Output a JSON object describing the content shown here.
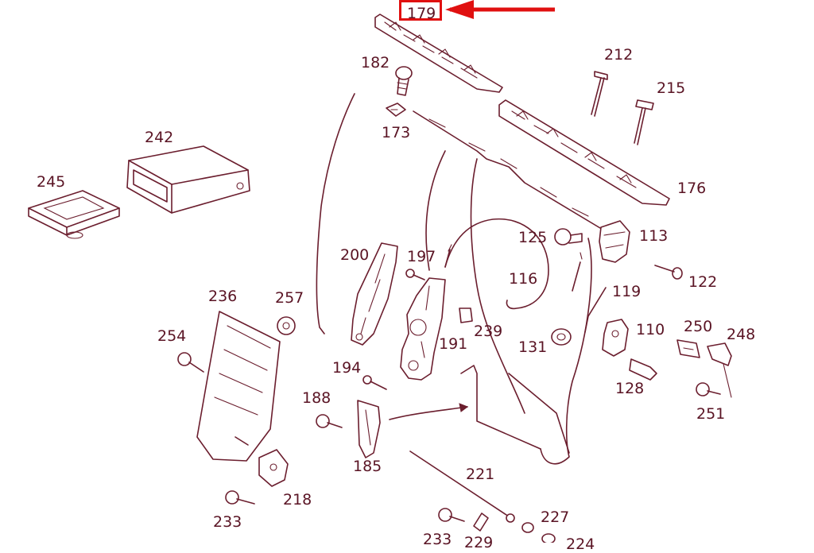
{
  "diagram": {
    "highlight": {
      "label": "179",
      "color": "#e01010"
    },
    "callouts": [
      {
        "id": "c182",
        "label": "182"
      },
      {
        "id": "c173",
        "label": "173"
      },
      {
        "id": "c212",
        "label": "212"
      },
      {
        "id": "c215",
        "label": "215"
      },
      {
        "id": "c176",
        "label": "176"
      },
      {
        "id": "c242",
        "label": "242"
      },
      {
        "id": "c245",
        "label": "245"
      },
      {
        "id": "c200",
        "label": "200"
      },
      {
        "id": "c197",
        "label": "197"
      },
      {
        "id": "c125",
        "label": "125"
      },
      {
        "id": "c113",
        "label": "113"
      },
      {
        "id": "c116",
        "label": "116"
      },
      {
        "id": "c122",
        "label": "122"
      },
      {
        "id": "c119",
        "label": "119"
      },
      {
        "id": "c236",
        "label": "236"
      },
      {
        "id": "c257",
        "label": "257"
      },
      {
        "id": "c254",
        "label": "254"
      },
      {
        "id": "c239",
        "label": "239"
      },
      {
        "id": "c191",
        "label": "191"
      },
      {
        "id": "c131",
        "label": "131"
      },
      {
        "id": "c110",
        "label": "110"
      },
      {
        "id": "c250",
        "label": "250"
      },
      {
        "id": "c248",
        "label": "248"
      },
      {
        "id": "c194",
        "label": "194"
      },
      {
        "id": "c128",
        "label": "128"
      },
      {
        "id": "c188",
        "label": "188"
      },
      {
        "id": "c251",
        "label": "251"
      },
      {
        "id": "c185",
        "label": "185"
      },
      {
        "id": "c221",
        "label": "221"
      },
      {
        "id": "c218",
        "label": "218"
      },
      {
        "id": "c233a",
        "label": "233"
      },
      {
        "id": "c227",
        "label": "227"
      },
      {
        "id": "c233b",
        "label": "233"
      },
      {
        "id": "c229",
        "label": "229"
      },
      {
        "id": "c224",
        "label": "224"
      }
    ],
    "colors": {
      "line": "#6b1e2e",
      "highlight": "#e01010",
      "background": "#ffffff"
    }
  }
}
